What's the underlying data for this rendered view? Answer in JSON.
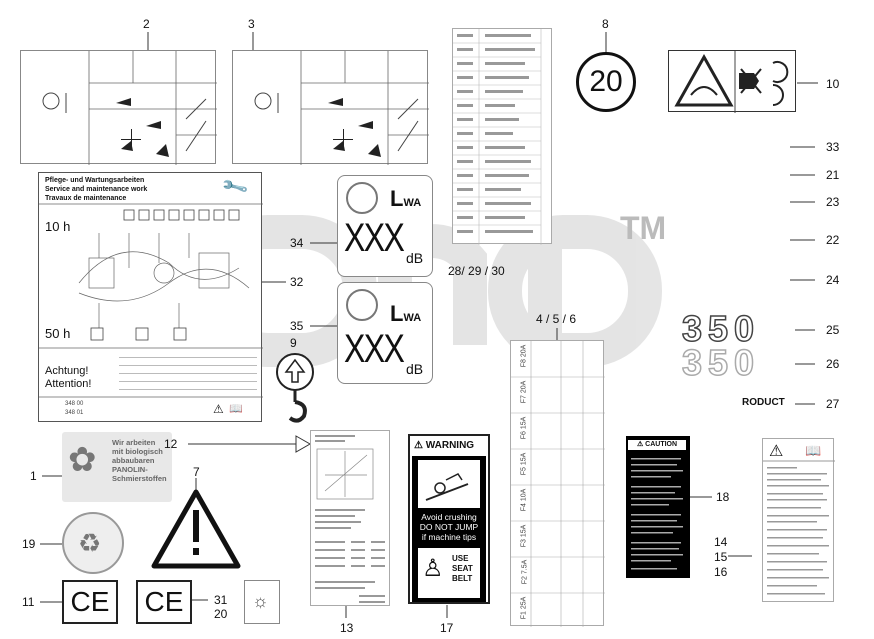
{
  "callouts": {
    "c1": "1",
    "c2": "2",
    "c3": "3",
    "c7": "7",
    "c8": "8",
    "c9": "9",
    "c10": "10",
    "c11": "11",
    "c12": "12",
    "c13": "13",
    "c14": "14",
    "c15": "15",
    "c16": "16",
    "c17": "17",
    "c18": "18",
    "c19": "19",
    "c20": "20",
    "c21": "21",
    "c22": "22",
    "c23": "23",
    "c24": "24",
    "c25": "25",
    "c26": "26",
    "c27": "27",
    "c31": "31",
    "c32": "32",
    "c33": "33",
    "c34": "34",
    "c35": "35",
    "c28_29_30": "28/ 29 / 30",
    "c4_5_6": "4 / 5 / 6"
  },
  "speed_decal": "20",
  "model_badge": "350",
  "model_badge_shadow": "350",
  "product_label": "RODUCT",
  "ce_mark": "CE",
  "noise": {
    "lwa_label_1": "L",
    "lwa_sub_1": "WA",
    "lwa_label_2": "L",
    "lwa_sub_2": "WA",
    "value_1": "XXX",
    "unit_1": "dB",
    "value_2": "XXX",
    "unit_2": "dB"
  },
  "service_card": {
    "title_de": "Pflege- und Wartungsarbeiten",
    "title_en": "Service and maintenance work",
    "title_fr": "Travaux de maintenance",
    "interval_10h": "10 h",
    "interval_50h": "50 h",
    "warn_de": "Achtung!",
    "warn_fr": "Attention!",
    "part_nr_1": "348 00",
    "part_nr_2": "348 01"
  },
  "bio_sticker": {
    "line1": "Wir arbeiten",
    "line2": "mit biologisch",
    "line3": "abbaubaren",
    "line4": "PANOLIN-",
    "line5": "Schmierstoffen"
  },
  "warning_label": {
    "header": "WARNING",
    "text1": "Avoid crushing",
    "text2": "DO NOT JUMP",
    "text3": "if machine tips",
    "seat1": "USE",
    "seat2": "SEAT",
    "seat3": "BELT"
  },
  "caution_label": {
    "header": "CAUTION"
  },
  "fuse_labels": [
    "F1 25A",
    "F2 7.5A",
    "F3 15A",
    "F4 10A",
    "F5 15A",
    "F6 15A",
    "F7 20A",
    "F8 20A"
  ],
  "watermark": "TM",
  "colors": {
    "line": "#333333",
    "watermark": "#d0d0d0",
    "warning_bg": "#000000"
  }
}
